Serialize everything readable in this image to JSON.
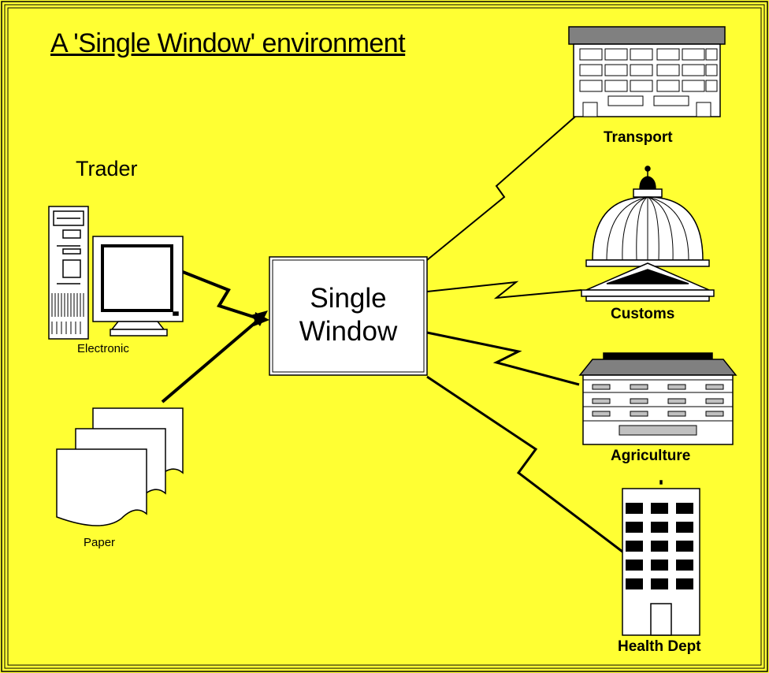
{
  "title": "A 'Single Window' environment",
  "hub": {
    "line1": "Single",
    "line2": "Window"
  },
  "trader": {
    "label": "Trader",
    "electronic_label": "Electronic",
    "paper_label": "Paper"
  },
  "agencies": {
    "transport": "Transport",
    "customs": "Customs",
    "agriculture": "Agriculture",
    "health": "Health Dept"
  },
  "colors": {
    "background": "#ffff33",
    "frame": "#000000",
    "roof_gray": "#808080",
    "building_fill": "#ffffff",
    "ink": "#000000"
  }
}
